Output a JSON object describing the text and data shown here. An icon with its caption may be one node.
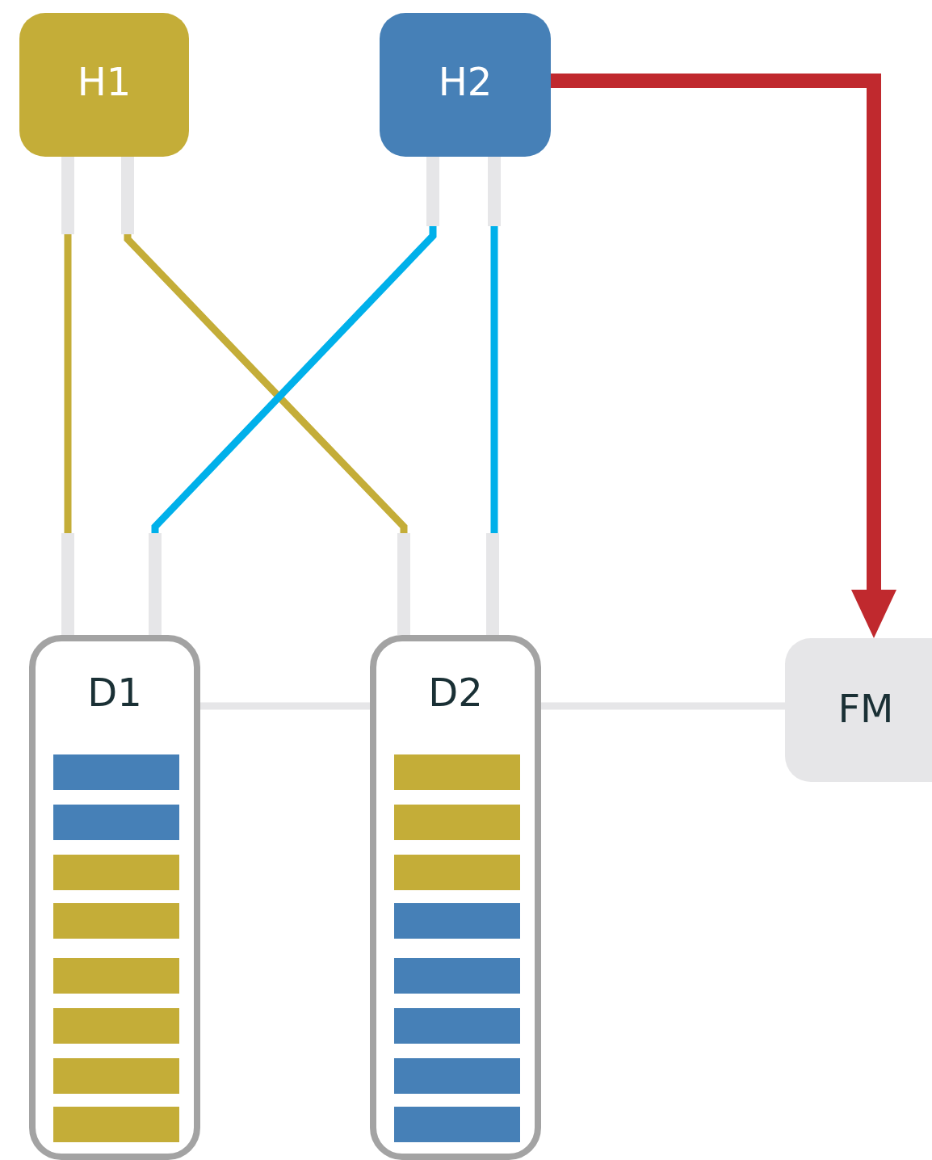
{
  "diagram": {
    "nodes": [
      {
        "text": [
          "H1"
        ]
      },
      {
        "text": [
          "H2"
        ]
      },
      {
        "text": [
          "D1"
        ]
      },
      {
        "text": [
          "D2"
        ]
      },
      {
        "text": [
          "FM"
        ]
      },
      {
        "text": [],
        "shape": "bar",
        "in": 2
      },
      {
        "text": [],
        "shape": "bar",
        "in": 2
      },
      {
        "text": [],
        "shape": "bar",
        "in": 2
      },
      {
        "text": [],
        "shape": "bar",
        "in": 2
      },
      {
        "text": [],
        "shape": "bar",
        "in": 2
      },
      {
        "text": [],
        "shape": "bar",
        "in": 2
      },
      {
        "text": [],
        "shape": "bar",
        "in": 2
      },
      {
        "text": [],
        "shape": "bar",
        "in": 2
      },
      {
        "text": [],
        "shape": "bar",
        "in": 3
      },
      {
        "text": [],
        "shape": "bar",
        "in": 3
      },
      {
        "text": [],
        "shape": "bar",
        "in": 3
      },
      {
        "text": [],
        "shape": "bar",
        "in": 3
      },
      {
        "text": [],
        "shape": "bar",
        "in": 3
      },
      {
        "text": [],
        "shape": "bar",
        "in": 3
      },
      {
        "text": [],
        "shape": "bar",
        "in": 3
      },
      {
        "text": [],
        "shape": "bar",
        "in": 3
      }
    ],
    "edges": [
      {
        "from": 0,
        "to": 2,
        "arrow": "none",
        "color": "#c4ad38"
      },
      {
        "from": 0,
        "to": 3,
        "arrow": "none",
        "color": "#c4ad38"
      },
      {
        "from": 1,
        "to": 2,
        "arrow": "none",
        "color": "#00b0ea"
      },
      {
        "from": 1,
        "to": 3,
        "arrow": "none",
        "color": "#00b0ea"
      },
      {
        "from": 2,
        "to": 3,
        "arrow": "none",
        "color": "#e6e6e8"
      },
      {
        "from": 3,
        "to": 4,
        "arrow": "none",
        "color": "#e6e6e8"
      },
      {
        "from": 1,
        "to": 4,
        "arrow": "to",
        "style": "thick",
        "color": "#c0292e"
      }
    ]
  }
}
